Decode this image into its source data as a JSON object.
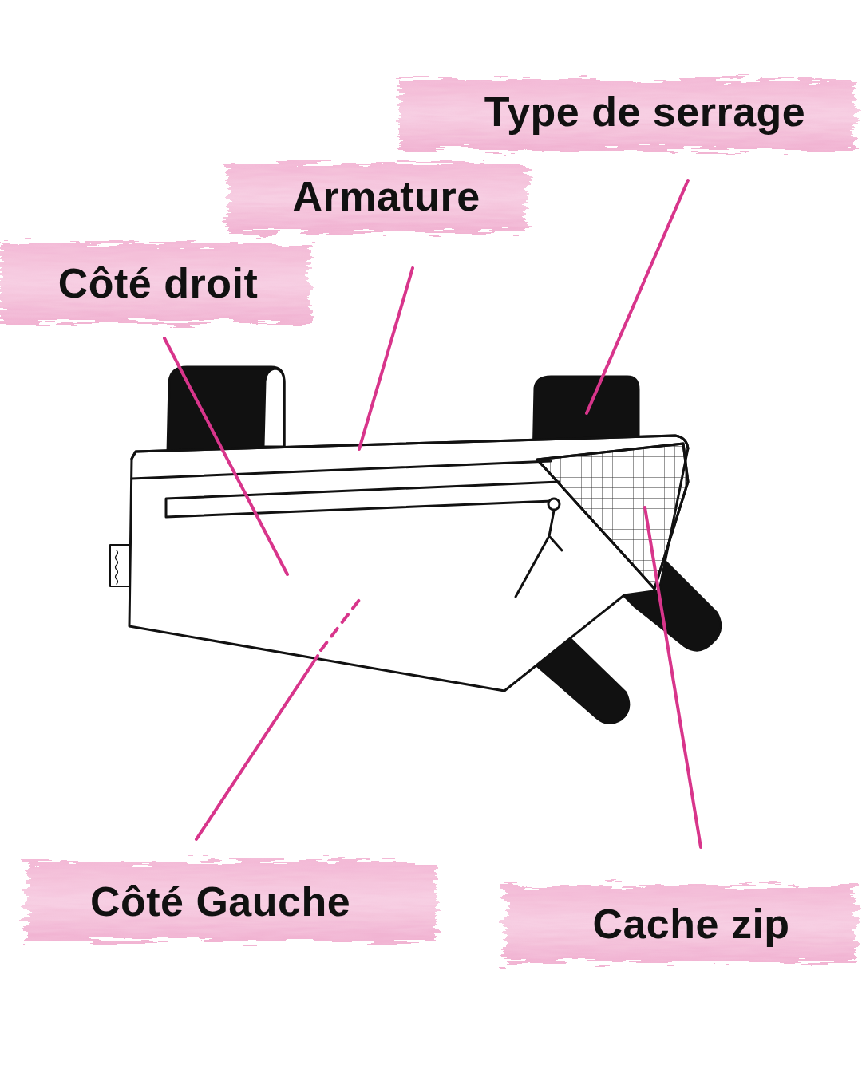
{
  "diagram": {
    "labels": [
      "Type de serrage",
      "Armature",
      "Côté droit",
      "Côté Gauche",
      "Cache zip"
    ]
  }
}
